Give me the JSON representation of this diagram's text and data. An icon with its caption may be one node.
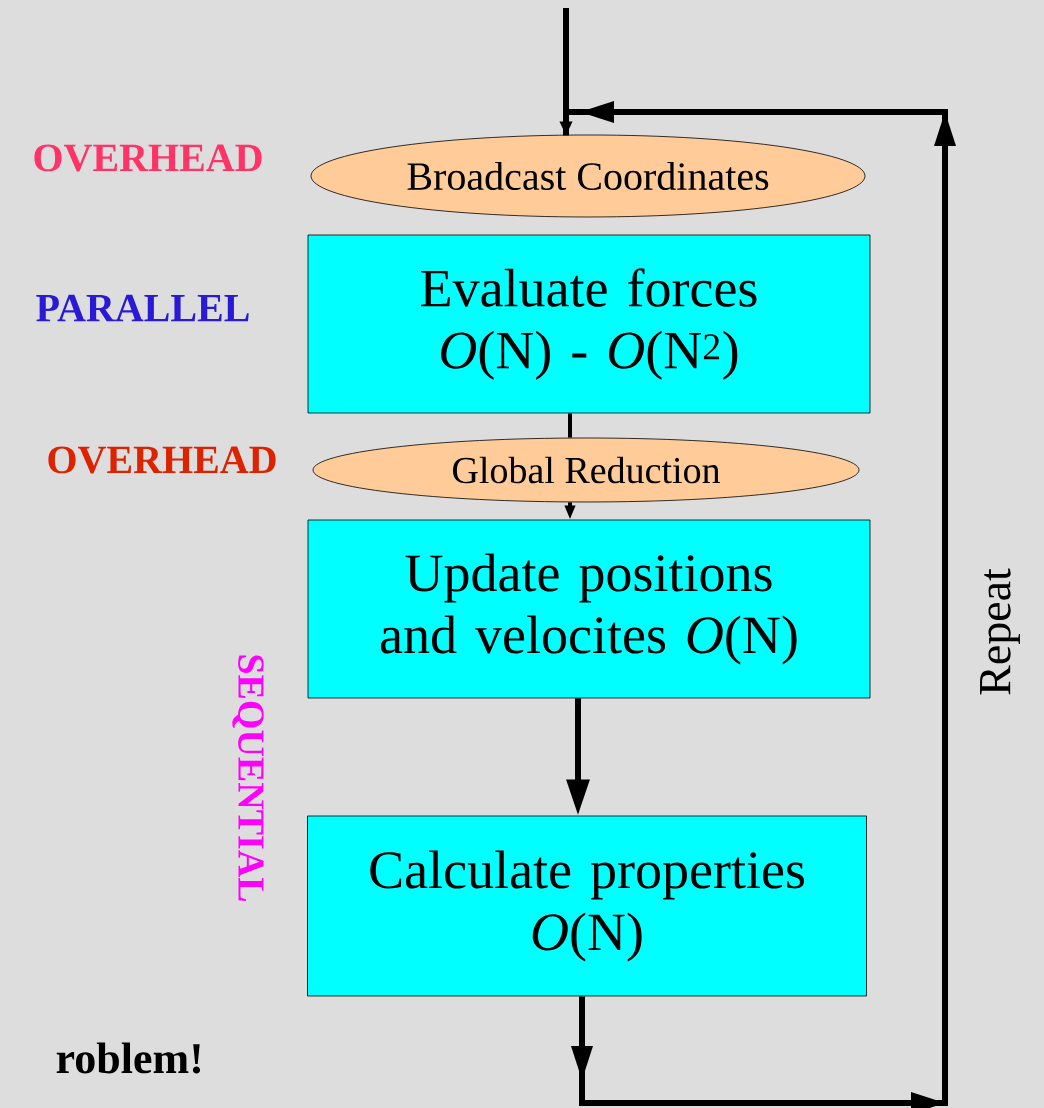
{
  "diagram": {
    "nodes": [
      {
        "text": [
          "Broadcast Coordinates"
        ]
      },
      {
        "text": [
          "Evaluate forces",
          "*O*(N) - *O*(N$^{2}$)"
        ]
      },
      {
        "text": [
          "Global Reduction"
        ]
      },
      {
        "text": [
          "Update positions and velocites *O*(N)"
        ]
      },
      {
        "text": [
          "Calculate properties",
          "*O*(N)"
        ]
      }
    ],
    "edges": [
      {
        "from": null,
        "to": 0,
        "arrow": "none"
      },
      {
        "from": 1,
        "to": 2,
        "arrow": "none"
      },
      {
        "from": 2,
        "to": 3,
        "arrow": "to"
      },
      {
        "from": 3,
        "to": 4,
        "arrow": "to"
      },
      {
        "from": 4,
        "to": 0,
        "arrow": "to",
        "label": "Repeat"
      }
    ],
    "labels": [
      "OVERHEAD",
      "PARALLEL",
      "OVERHEAD",
      "SEQUENTIAL",
      "roblem!"
    ]
  }
}
